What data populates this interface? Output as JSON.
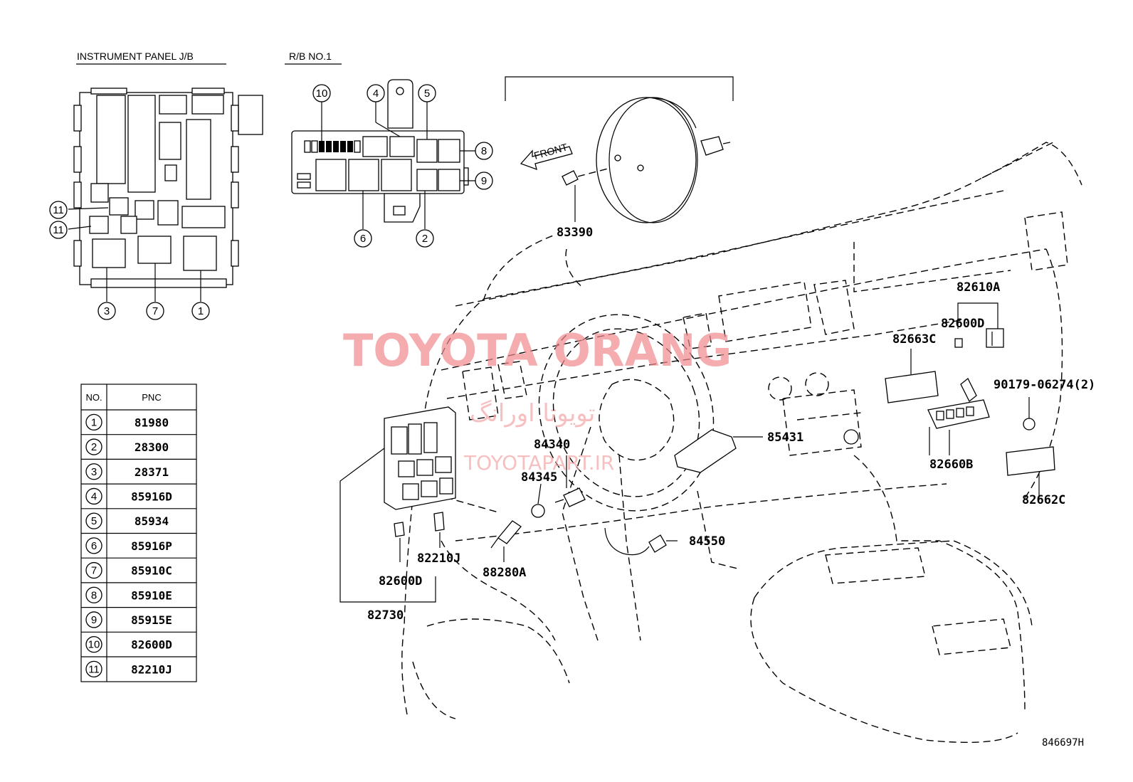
{
  "headers": {
    "instrument_panel_jb": "INSTRUMENT PANEL J/B",
    "rb_no1": "R/B NO.1",
    "front": "FRONT"
  },
  "callouts": {
    "c1": "1",
    "c2": "2",
    "c3": "3",
    "c4": "4",
    "c5": "5",
    "c6": "6",
    "c7": "7",
    "c8": "8",
    "c9": "9",
    "c10": "10",
    "c11": "11"
  },
  "part_labels": {
    "p83390": "83390",
    "p82610A": "82610A",
    "p82600D_right": "82600D",
    "p82663C": "82663C",
    "p90179": "90179-06274(2)",
    "p85431": "85431",
    "p84340": "84340",
    "p84345": "84345",
    "p82660B": "82660B",
    "p82662C": "82662C",
    "p84550": "84550",
    "p82210J": "82210J",
    "p88280A": "88280A",
    "p82600D_left": "82600D",
    "p82730": "82730"
  },
  "table": {
    "col_no": "NO.",
    "col_pnc": "PNC",
    "rows": [
      {
        "no": "1",
        "pnc": "81980"
      },
      {
        "no": "2",
        "pnc": "28300"
      },
      {
        "no": "3",
        "pnc": "28371"
      },
      {
        "no": "4",
        "pnc": "85916D"
      },
      {
        "no": "5",
        "pnc": "85934"
      },
      {
        "no": "6",
        "pnc": "85916P"
      },
      {
        "no": "7",
        "pnc": "85910C"
      },
      {
        "no": "8",
        "pnc": "85910E"
      },
      {
        "no": "9",
        "pnc": "85915E"
      },
      {
        "no": "10",
        "pnc": "82600D"
      },
      {
        "no": "11",
        "pnc": "82210J"
      }
    ]
  },
  "watermark": {
    "main": "TOYOTA ORANG",
    "arabic": "تویوتا اورانگ",
    "site": "TOYOTAPART.IR"
  },
  "diagram_ref": "846697H"
}
